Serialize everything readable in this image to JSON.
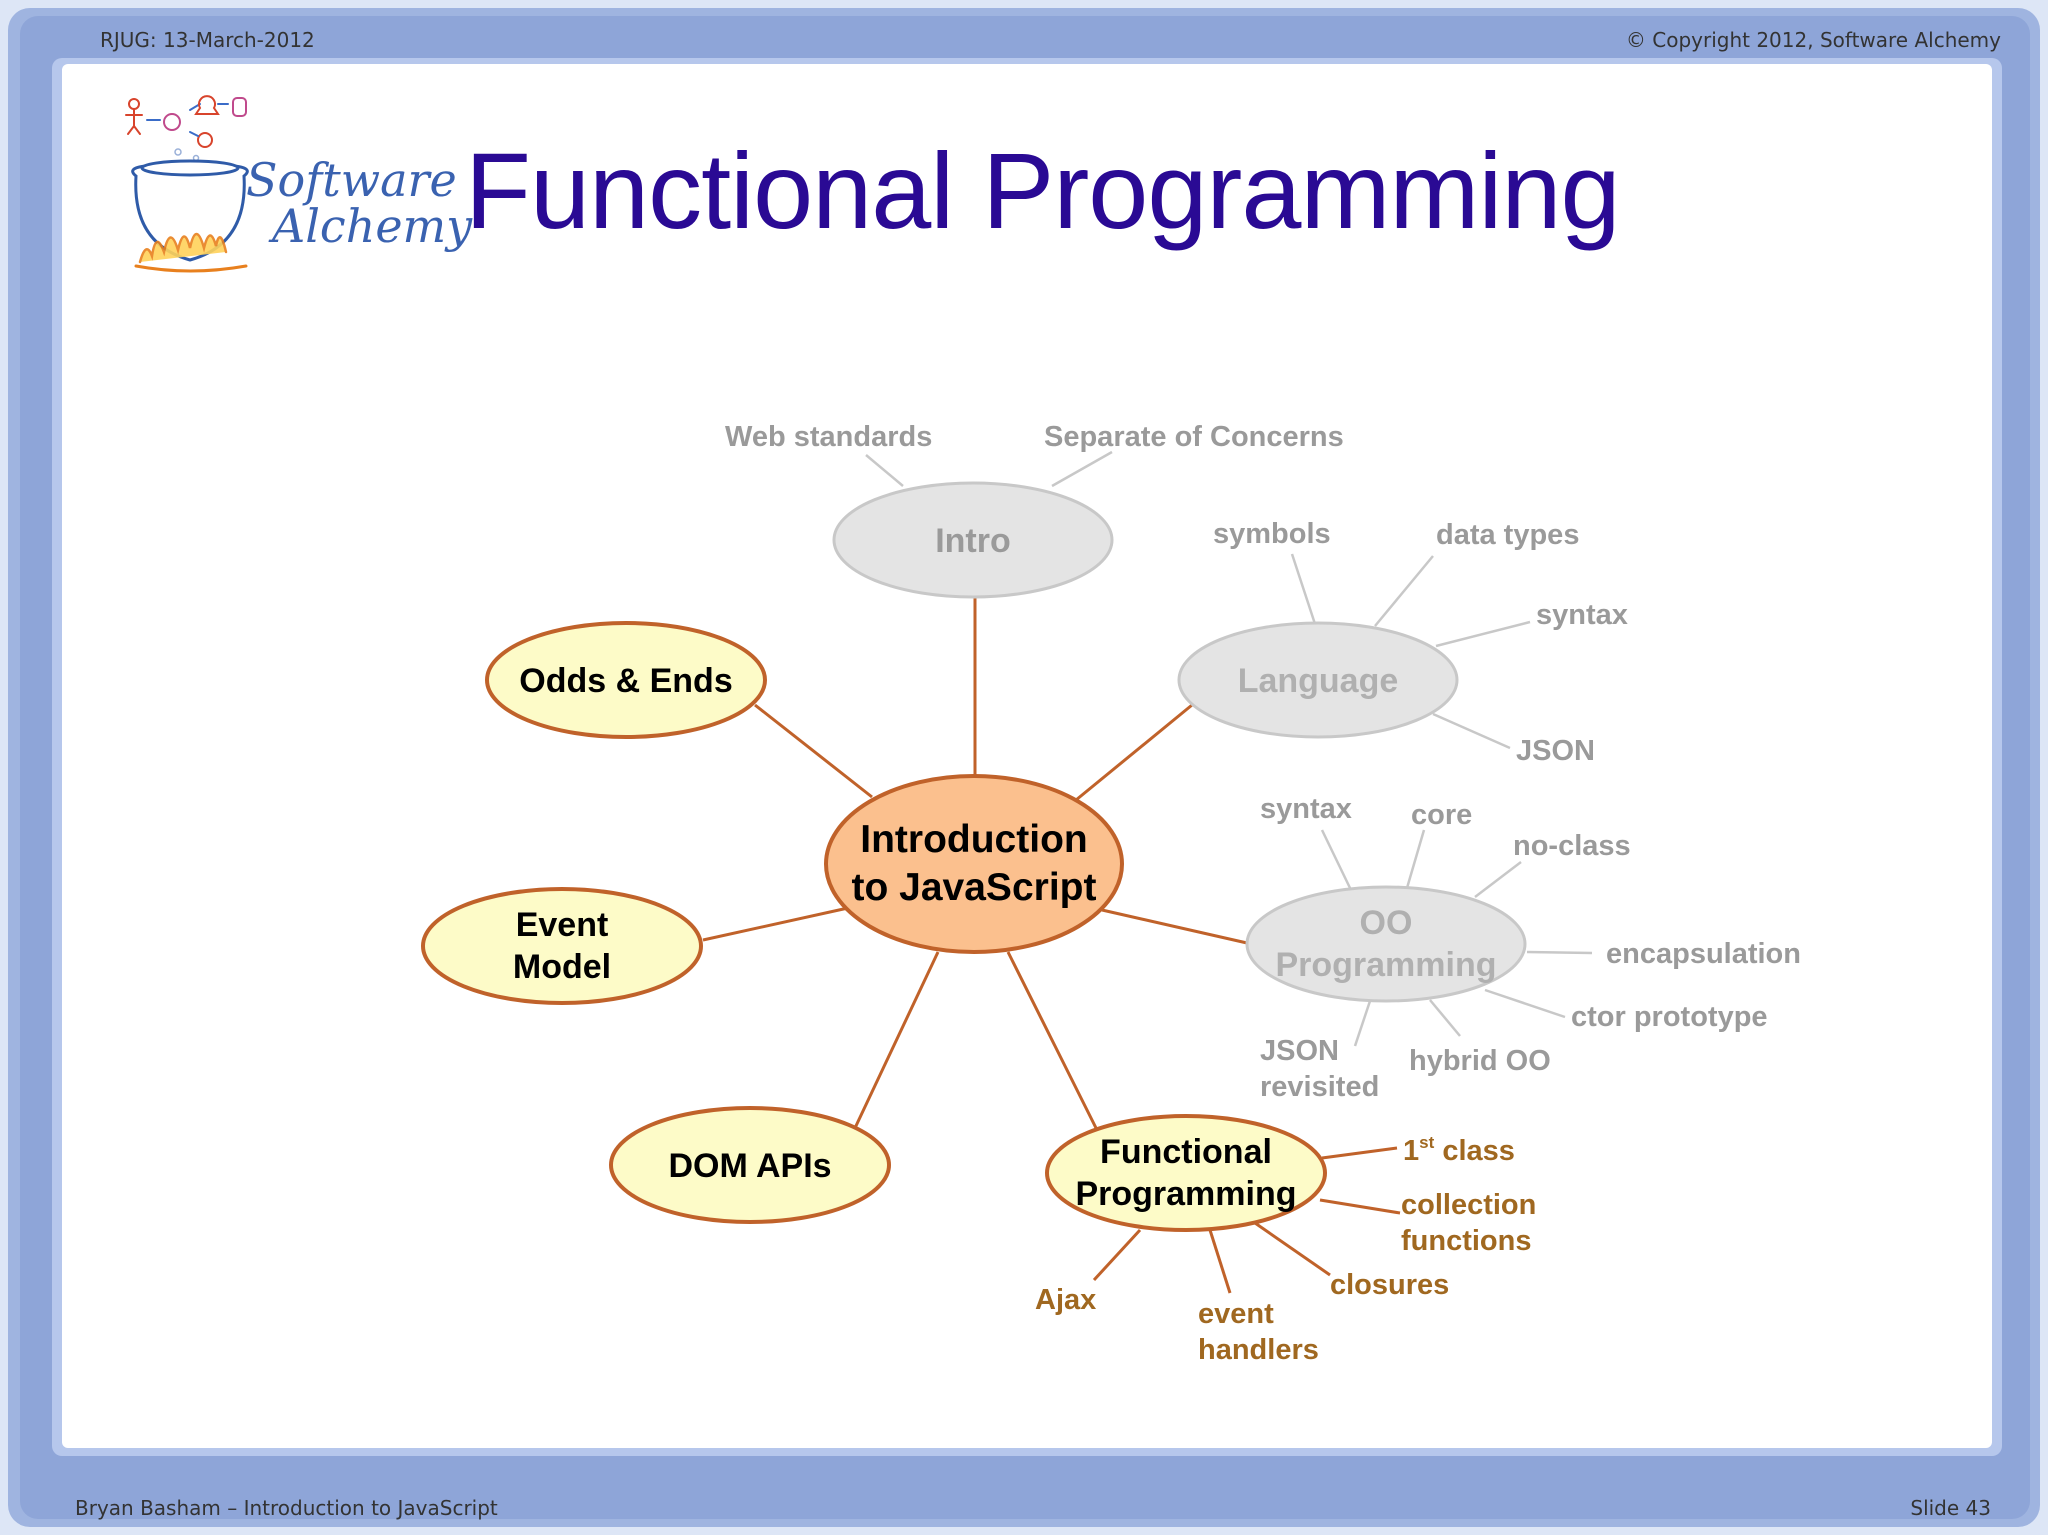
{
  "header": {
    "left": "RJUG:  13-March-2012",
    "right": "© Copyright 2012, Software Alchemy"
  },
  "footer": {
    "left": "Bryan Basham – Introduction to JavaScript",
    "right": "Slide 43"
  },
  "logo": {
    "line1": "Software",
    "line2": "Alchemy"
  },
  "title": "Functional Programming",
  "mindmap": {
    "center": {
      "line1": "Introduction",
      "line2": "to JavaScript"
    },
    "intro": {
      "label": "Intro",
      "leaves": {
        "web_standards": "Web standards",
        "separate_of_concerns": "Separate of Concerns"
      }
    },
    "language": {
      "label": "Language",
      "leaves": {
        "symbols": "symbols",
        "data_types": "data types",
        "syntax": "syntax",
        "json": "JSON"
      }
    },
    "oo": {
      "line1": "OO",
      "line2": "Programming",
      "leaves": {
        "syntax": "syntax",
        "core": "core",
        "no_class": "no-class",
        "encapsulation": "encapsulation",
        "ctor_prototype": "ctor prototype",
        "hybrid_oo": "hybrid OO",
        "json_line1": "JSON",
        "json_line2": "revisited"
      }
    },
    "functional": {
      "line1": "Functional",
      "line2": "Programming",
      "leaves": {
        "first_class_num": "1",
        "first_class_sup": "st",
        "first_class_rest": " class",
        "collection_line1": "collection",
        "collection_line2": "functions",
        "closures": "closures",
        "event_line1": "event",
        "event_line2": "handlers",
        "ajax": "Ajax"
      }
    },
    "dom_apis": "DOM APIs",
    "event_model": {
      "line1": "Event",
      "line2": "Model"
    },
    "odds_ends": "Odds & Ends"
  },
  "colors": {
    "title": "#2a0a94",
    "connector": "#c0622a",
    "active_fill": "#fdfbc8",
    "center_fill": "#fbc08e",
    "inactive_text": "#9a9a9a",
    "functional_leaf_text": "#a06820",
    "frame_blue": "#8fa7d8"
  }
}
